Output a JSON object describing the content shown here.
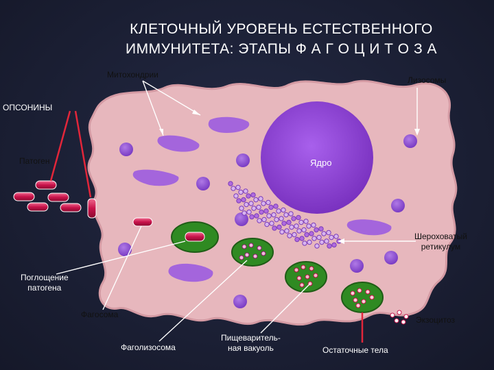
{
  "title": {
    "line1": "КЛЕТОЧНЫЙ УРОВЕНЬ ЕСТЕСТВЕННОГО",
    "line2": "ИММУНИТЕТА: ЭТАПЫ  Ф А Г О Ц И Т О З А"
  },
  "labels": {
    "mitochondria": "Митохондрии",
    "lysosomes": "Лизосомы",
    "opsonins": "ОПСОНИНЫ",
    "pathogen": "Патоген",
    "nucleus": "Ядро",
    "rough_er_1": "Шероховатый",
    "rough_er_2": "ретикулум",
    "engulf_1": "Поглощение",
    "engulf_2": "патогена",
    "phagosome": "Фагосома",
    "exocytosis": "Экзоцитоз",
    "phagolysosome": "Фаголизосома",
    "digestive_1": "Пищеваритель-",
    "digestive_2": "ная вакуоль",
    "residual": "Остаточные тела"
  },
  "colors": {
    "background": "#1b1f33",
    "cytoplasm": "#e7b7bd",
    "nucleus": "#8b3fd0",
    "organelle": "#9a5ad8",
    "vacuole": "#2f8a22",
    "pathogen": "#c8124a"
  }
}
